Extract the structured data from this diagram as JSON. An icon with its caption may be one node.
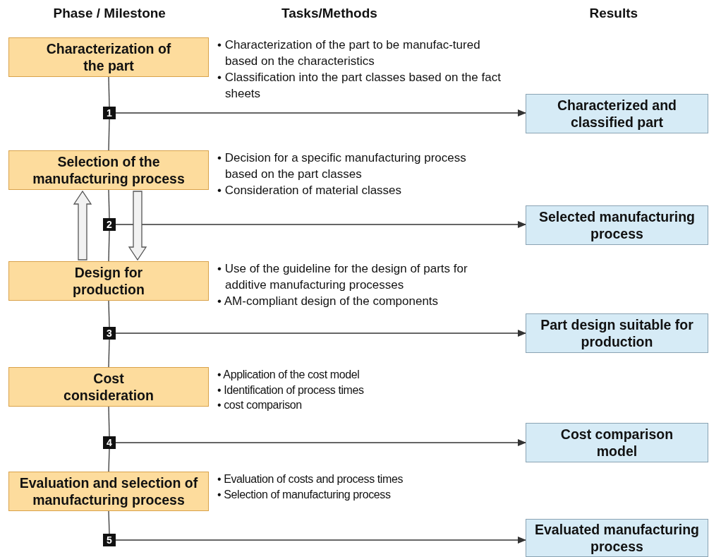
{
  "diagram": {
    "nodes": [
      {
        "text": [
          "Characterization of the part"
        ],
        "beside": [
          "• Characterization of the part to be manufac-tured based on the characteristics",
          "• Classification into the part classes based on the fact sheets"
        ]
      },
      {
        "text": [
          "1"
        ]
      },
      {
        "text": [
          "Characterized and classified part"
        ]
      },
      {
        "text": [
          "Selection of the manufacturing process"
        ],
        "beside": [
          "• Decision for a specific manufacturing process based on the part classes",
          "• Consideration of material classes"
        ]
      },
      {
        "text": [
          "2"
        ]
      },
      {
        "text": [
          "Selected manufacturing process"
        ]
      },
      {
        "text": [
          "Design for production"
        ],
        "beside": [
          "• Use of the guideline for the design of parts for additive manufacturing processes",
          "• AM-compliant design of the components"
        ]
      },
      {
        "text": [
          "3"
        ]
      },
      {
        "text": [
          "Part design suitable for production"
        ]
      },
      {
        "text": [
          "Cost consideration"
        ],
        "beside": [
          "• Application of the cost model",
          "• Identification of process times",
          "• cost comparison"
        ]
      },
      {
        "text": [
          "4"
        ]
      },
      {
        "text": [
          "Cost comparison model"
        ]
      },
      {
        "text": [
          "Evaluation and selection of manufacturing process"
        ],
        "beside": [
          "• Evaluation of costs and process times",
          "• Selection of manufacturing process"
        ]
      },
      {
        "text": [
          "5"
        ]
      },
      {
        "text": [
          "Evaluated manufacturing process"
        ]
      }
    ],
    "edges": [
      {
        "from": 0,
        "to": 1,
        "arrow": "none"
      },
      {
        "from": 1,
        "to": 2,
        "arrow": "to"
      },
      {
        "from": 1,
        "to": 3,
        "arrow": "none"
      },
      {
        "from": 3,
        "to": 4,
        "arrow": "none"
      },
      {
        "from": 4,
        "to": 5,
        "arrow": "to"
      },
      {
        "from": 4,
        "to": 6,
        "arrow": "none"
      },
      {
        "from": 6,
        "to": 7,
        "arrow": "none"
      },
      {
        "from": 7,
        "to": 8,
        "arrow": "to"
      },
      {
        "from": 7,
        "to": 9,
        "arrow": "none"
      },
      {
        "from": 9,
        "to": 10,
        "arrow": "none"
      },
      {
        "from": 10,
        "to": 11,
        "arrow": "to"
      },
      {
        "from": 10,
        "to": 12,
        "arrow": "none"
      },
      {
        "from": 12,
        "to": 13,
        "arrow": "none"
      },
      {
        "from": 13,
        "to": 14,
        "arrow": "to"
      },
      {
        "from": 6,
        "to": 3,
        "arrow": "to"
      },
      {
        "from": 3,
        "to": 6,
        "arrow": "to"
      }
    ],
    "labels": [
      "Phase / Milestone",
      "Tasks/Methods",
      "Results"
    ]
  }
}
